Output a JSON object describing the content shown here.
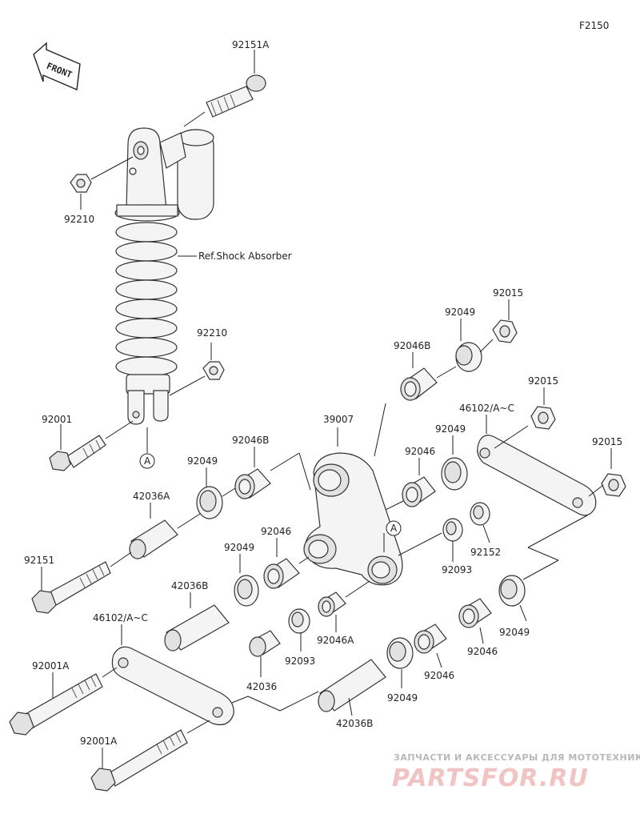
{
  "figure_id": "F2150",
  "front_label": "FRONT",
  "ref_label": "Ref.Shock Absorber",
  "ref_marker": "A",
  "parts": {
    "p92151A": "92151A",
    "p92210_top": "92210",
    "p92210_mid": "92210",
    "p92001": "92001",
    "p92015_top": "92015",
    "p92049_top": "92049",
    "p92046B_top": "92046B",
    "p92015_mid": "92015",
    "p46102_right": "46102/A~C",
    "p92015_right": "92015",
    "p39007": "39007",
    "p92049_r2": "92049",
    "p92046_r": "92046",
    "p92046B_left": "92046B",
    "p92049_left": "92049",
    "p42036A": "42036A",
    "p92151": "92151",
    "p92046_center": "92046",
    "p92049_center": "92049",
    "p92152": "92152",
    "p92093_right": "92093",
    "p42036B_upper": "42036B",
    "p46102_left": "46102/A~C",
    "p92093_center": "92093",
    "p92046A": "92046A",
    "p92046_low1": "92046",
    "p92049_right_low": "92049",
    "p42036": "42036",
    "p92001A_upper": "92001A",
    "p92046_low2": "92046",
    "p92049_low": "92049",
    "p42036B_lower": "42036B",
    "p92001A_lower": "92001A"
  },
  "watermark": {
    "caption": "ЗАПЧАСТИ И АКСЕССУАРЫ ДЛЯ МОТОТЕХНИКИ",
    "logo": "PARTSFOR.RU"
  }
}
